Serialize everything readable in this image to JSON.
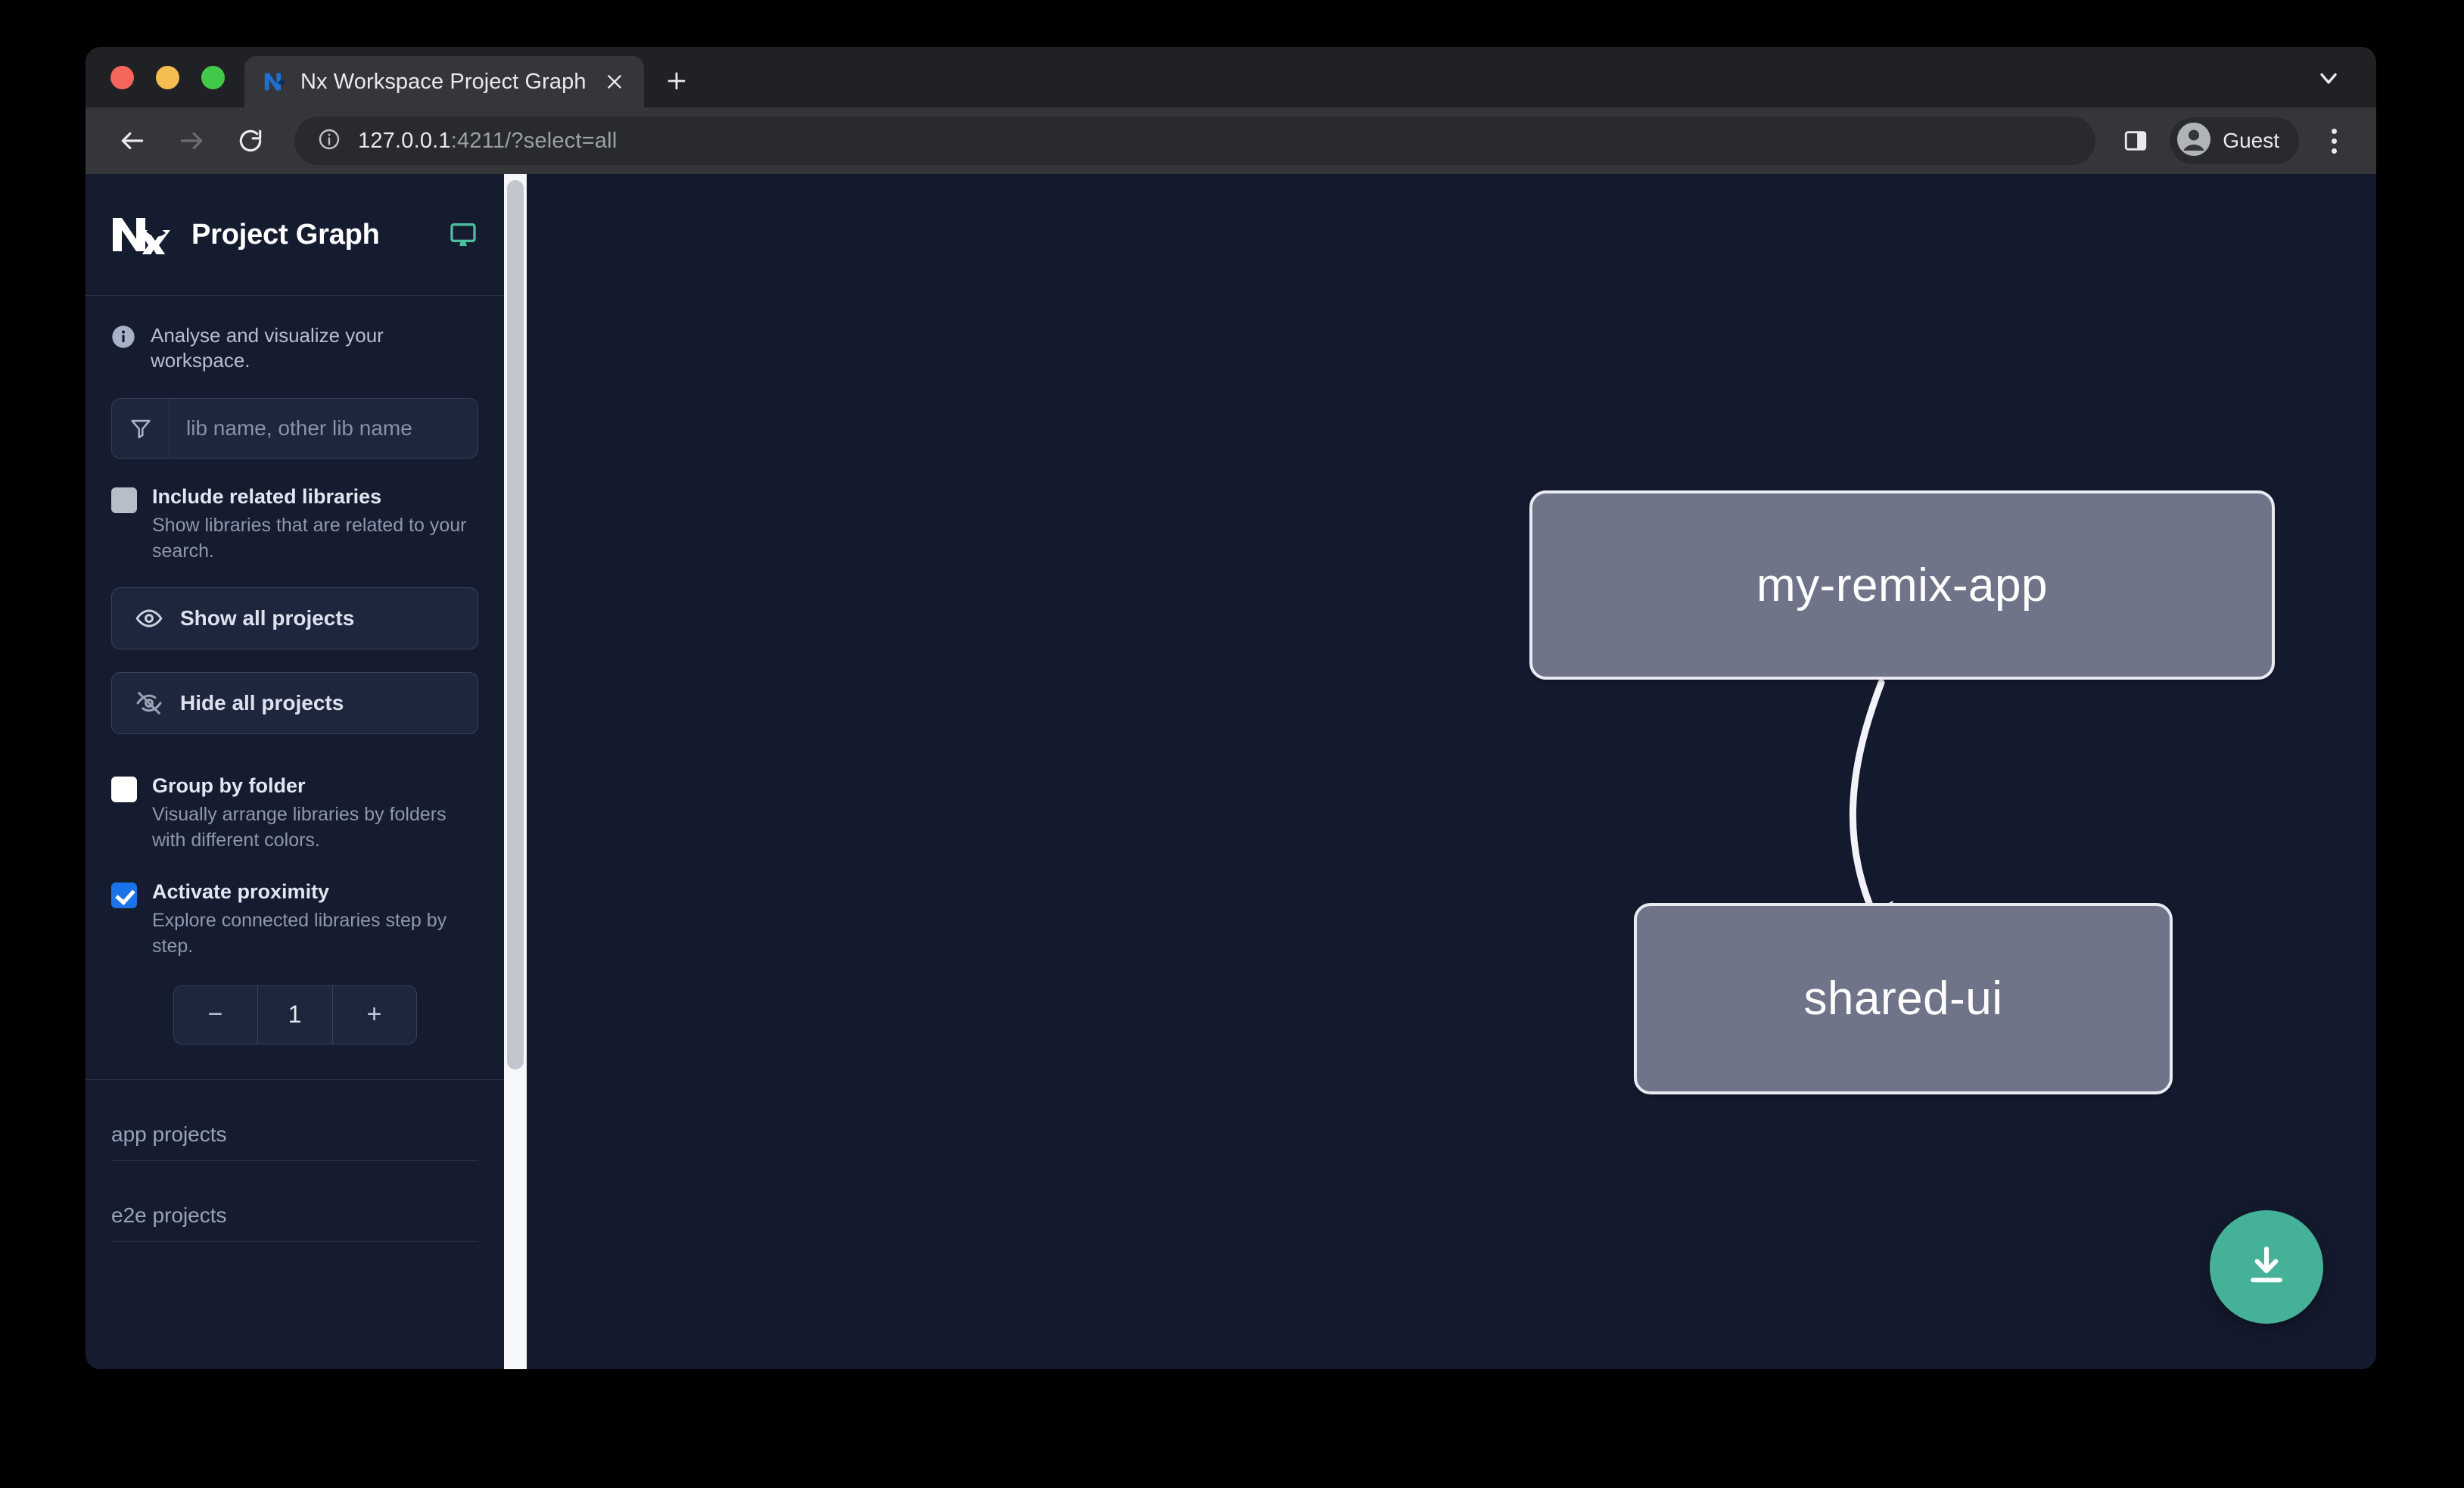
{
  "browser": {
    "tab": {
      "title": "Nx Workspace Project Graph",
      "favicon_icon": "nx-favicon-icon",
      "close_icon": "close-icon"
    },
    "new_tab_icon": "plus-icon",
    "tabstrip_chevron_icon": "chevron-down-icon",
    "nav": {
      "back_icon": "arrow-left-icon",
      "forward_icon": "arrow-right-icon",
      "reload_icon": "reload-icon"
    },
    "omnibox": {
      "info_icon": "site-info-icon",
      "url_host": "127.0.0.1",
      "url_rest": ":4211/?select=all"
    },
    "sidepanel_icon": "side-panel-icon",
    "profile": {
      "avatar_icon": "avatar-icon",
      "name": "Guest"
    },
    "menu_icon": "kebab-menu-icon"
  },
  "sidebar": {
    "logo_icon": "nx-logo-icon",
    "title": "Project Graph",
    "monitor_icon": "monitor-icon",
    "info_icon": "info-circle-icon",
    "tagline": "Analyse and visualize your workspace.",
    "search": {
      "filter_icon": "filter-funnel-icon",
      "placeholder": "lib name, other lib name",
      "value": ""
    },
    "options": [
      {
        "id": "include-related-libraries",
        "label": "Include related libraries",
        "description": "Show libraries that are related to your search.",
        "state": "disabled"
      },
      {
        "id": "group-by-folder",
        "label": "Group by folder",
        "description": "Visually arrange libraries by folders with different colors.",
        "state": "unchecked"
      },
      {
        "id": "activate-proximity",
        "label": "Activate proximity",
        "description": "Explore connected libraries step by step.",
        "state": "checked"
      }
    ],
    "buttons": [
      {
        "id": "show-all-projects",
        "label": "Show all projects",
        "icon": "eye-icon"
      },
      {
        "id": "hide-all-projects",
        "label": "Hide all projects",
        "icon": "eye-slash-icon"
      }
    ],
    "stepper": {
      "decrement_label": "−",
      "value": "1",
      "increment_label": "+"
    },
    "sections": [
      {
        "id": "app-projects",
        "label": "app projects"
      },
      {
        "id": "e2e-projects",
        "label": "e2e projects"
      }
    ]
  },
  "graph": {
    "nodes": [
      {
        "id": "my-remix-app",
        "label": "my-remix-app"
      },
      {
        "id": "shared-ui",
        "label": "shared-ui"
      }
    ],
    "edges": [
      {
        "from": "my-remix-app",
        "to": "shared-ui"
      }
    ],
    "download_button": {
      "icon": "download-icon"
    }
  },
  "colors": {
    "accent_green": "#44b198",
    "checkbox_blue": "#1a73e8",
    "node_fill": "#6f7489",
    "node_border": "#e9eaf2",
    "canvas_bg": "#141a2e",
    "sidebar_bg": "#161c30"
  }
}
